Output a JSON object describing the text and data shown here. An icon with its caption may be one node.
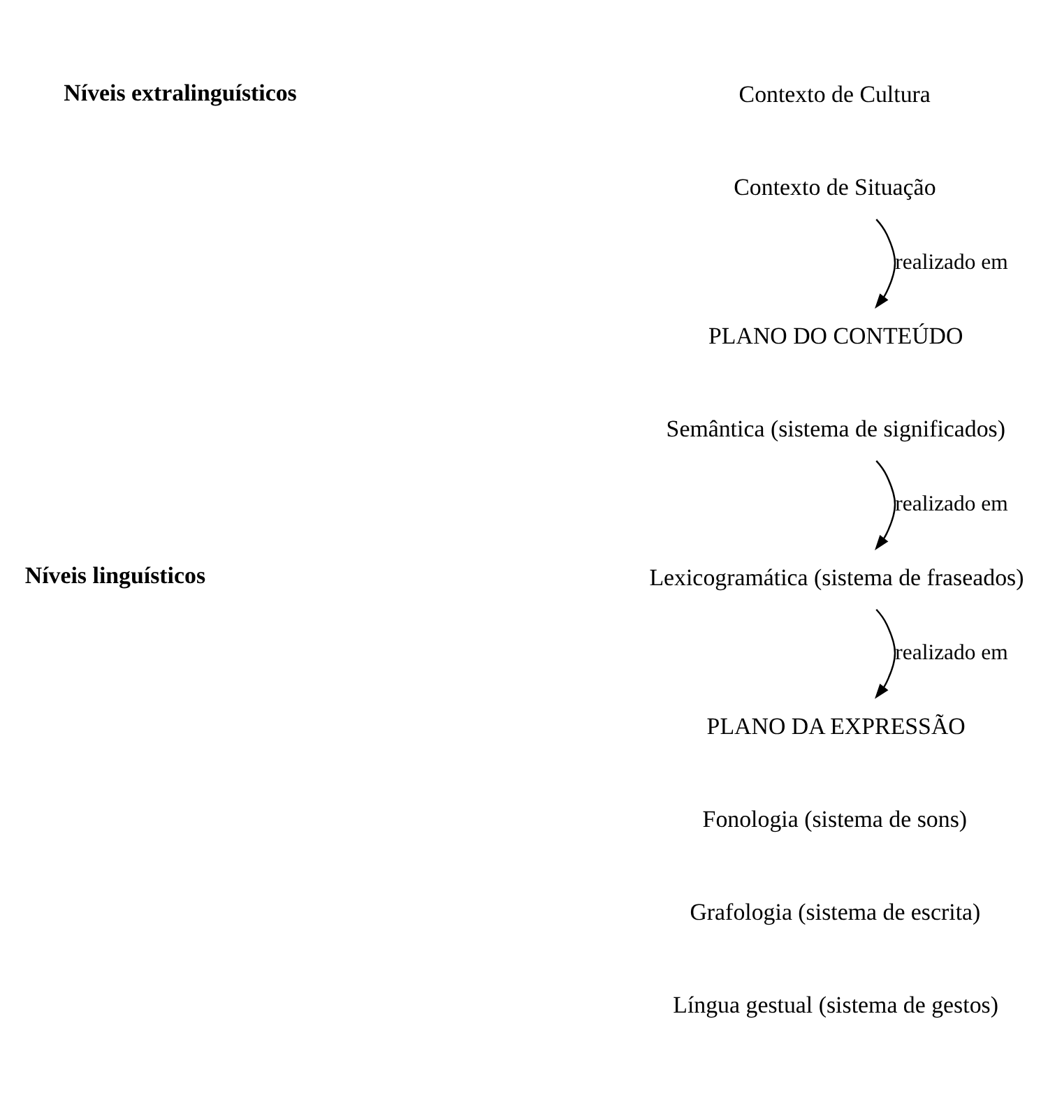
{
  "diagram": {
    "nodes": [
      {
        "text": [
          "Níveis extralinguísticos"
        ]
      },
      {
        "text": [
          "Contexto de Cultura"
        ]
      },
      {
        "text": [
          "Contexto de Situação"
        ]
      },
      {
        "text": [
          "Níveis linguísticos"
        ]
      },
      {
        "text": [
          "PLANO DO CONTEÚDO"
        ]
      },
      {
        "text": [
          "Semântica (sistema de significados)"
        ]
      },
      {
        "text": [
          "Lexicogramática (sistema de fraseados)"
        ]
      },
      {
        "text": [
          "PLANO DA EXPRESSÃO"
        ]
      },
      {
        "text": [
          "Fonologia (sistema de sons)"
        ]
      },
      {
        "text": [
          "Grafologia (sistema de escrita)"
        ]
      },
      {
        "text": [
          "Língua gestual (sistema de gestos)"
        ]
      }
    ],
    "edges": [
      {
        "from": 2,
        "to": 4,
        "arrow": "to",
        "label": "realizado em"
      },
      {
        "from": 5,
        "to": 6,
        "arrow": "to",
        "label": "realizado em"
      },
      {
        "from": 6,
        "to": 7,
        "arrow": "to",
        "label": "realizado em"
      }
    ]
  }
}
